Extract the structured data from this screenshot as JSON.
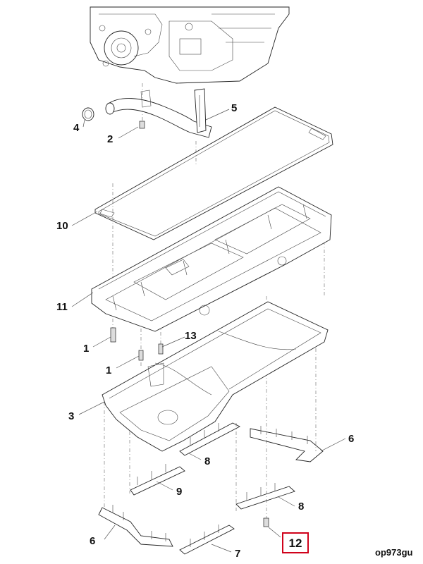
{
  "callouts": {
    "c1a": "1",
    "c1b": "1",
    "c2": "2",
    "c3": "3",
    "c4": "4",
    "c5": "5",
    "c6a": "6",
    "c6b": "6",
    "c7": "7",
    "c8a": "8",
    "c8b": "8",
    "c9": "9",
    "c10": "10",
    "c11": "11",
    "c12": "12",
    "c13": "13"
  },
  "reference_code": "op973gu",
  "highlight_color": "#d0021b"
}
